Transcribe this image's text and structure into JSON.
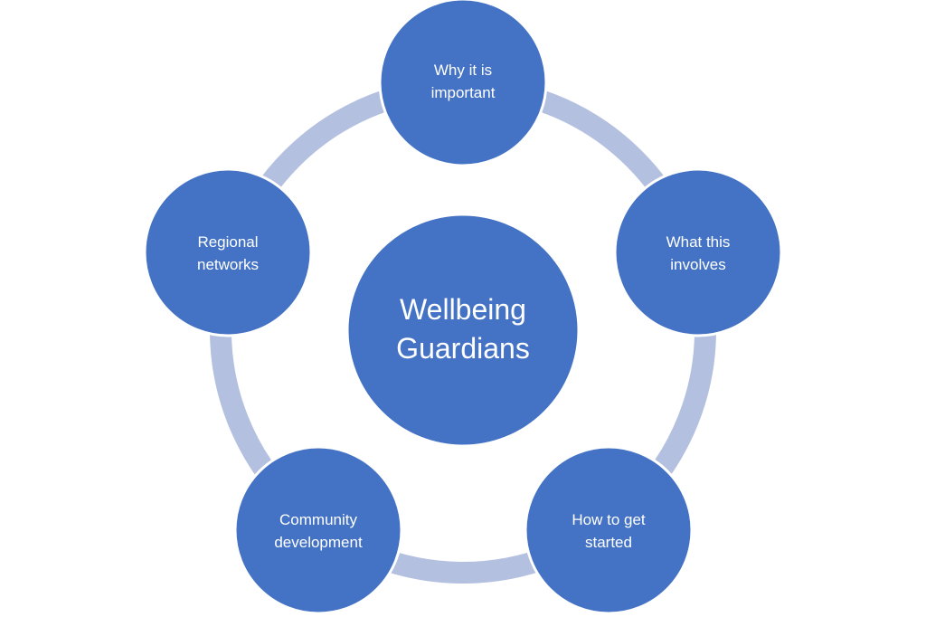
{
  "colors": {
    "node_fill": "#4472c4",
    "node_stroke": "#ffffff",
    "ring": "#b4c0e0",
    "background": "#ffffff",
    "text": "#ffffff"
  },
  "center": {
    "lines": [
      "Wellbeing",
      "Guardians"
    ]
  },
  "nodes": [
    {
      "id": "why-it-is-important",
      "lines": [
        "Why it is",
        "important"
      ]
    },
    {
      "id": "what-this-involves",
      "lines": [
        "What this",
        "involves"
      ]
    },
    {
      "id": "how-to-get-started",
      "lines": [
        "How to get",
        "started"
      ]
    },
    {
      "id": "community-development",
      "lines": [
        "Community",
        "development"
      ]
    },
    {
      "id": "regional-networks",
      "lines": [
        "Regional",
        "networks"
      ]
    }
  ]
}
